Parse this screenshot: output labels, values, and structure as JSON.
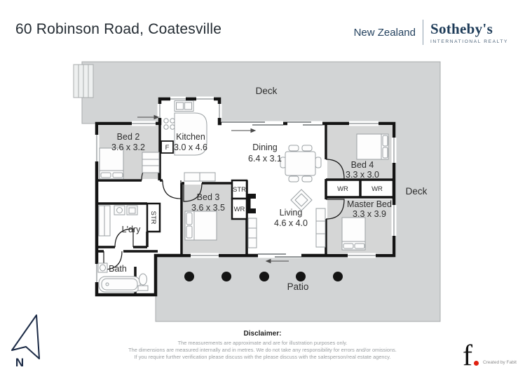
{
  "header": {
    "title": "60 Robinson Road, Coatesville",
    "brand": {
      "region": "New Zealand",
      "name": "Sotheby's",
      "subtitle": "INTERNATIONAL REALTY"
    }
  },
  "plan": {
    "deck_top": "Deck",
    "deck_right": "Deck",
    "patio": "Patio",
    "compass": "N",
    "rooms": {
      "bed2": {
        "name": "Bed 2",
        "dims": "3.6 x 3.2"
      },
      "kitchen": {
        "name": "Kitchen",
        "dims": "3.0 x 4.6"
      },
      "dining": {
        "name": "Dining",
        "dims": "6.4 x 3.1"
      },
      "bed4": {
        "name": "Bed 4",
        "dims": "3.3 x 3.0"
      },
      "master_bed": {
        "name": "Master Bed",
        "dims": "3.3 x 3.9"
      },
      "bed3": {
        "name": "Bed 3",
        "dims": "3.6 x 3.5"
      },
      "living": {
        "name": "Living",
        "dims": "4.6 x 4.0"
      },
      "laundry": {
        "name": "L'dry"
      },
      "bath": {
        "name": "Bath"
      }
    },
    "closets": {
      "wr": "WR",
      "str": "STR",
      "fridge": "F"
    }
  },
  "footer": {
    "disclaimer_title": "Disclaimer:",
    "line1": "The measurements are approximate and are for illustration purposes only.",
    "line2": "The dimensions are measured internally and in metres. We do not take any responsibility for errors and/or omissions.",
    "line3": "If you require further verification please discuss with the please discuss with the salesperson/real estate agency.",
    "credit_logo": "f",
    "credit_text": "Created by Fabit"
  },
  "colors": {
    "navy": "#1e3c5c",
    "deck_gray": "#d2d4d5",
    "room_gray": "#d5d6d6",
    "wall_black": "#141414",
    "credit_red": "#e02010"
  }
}
